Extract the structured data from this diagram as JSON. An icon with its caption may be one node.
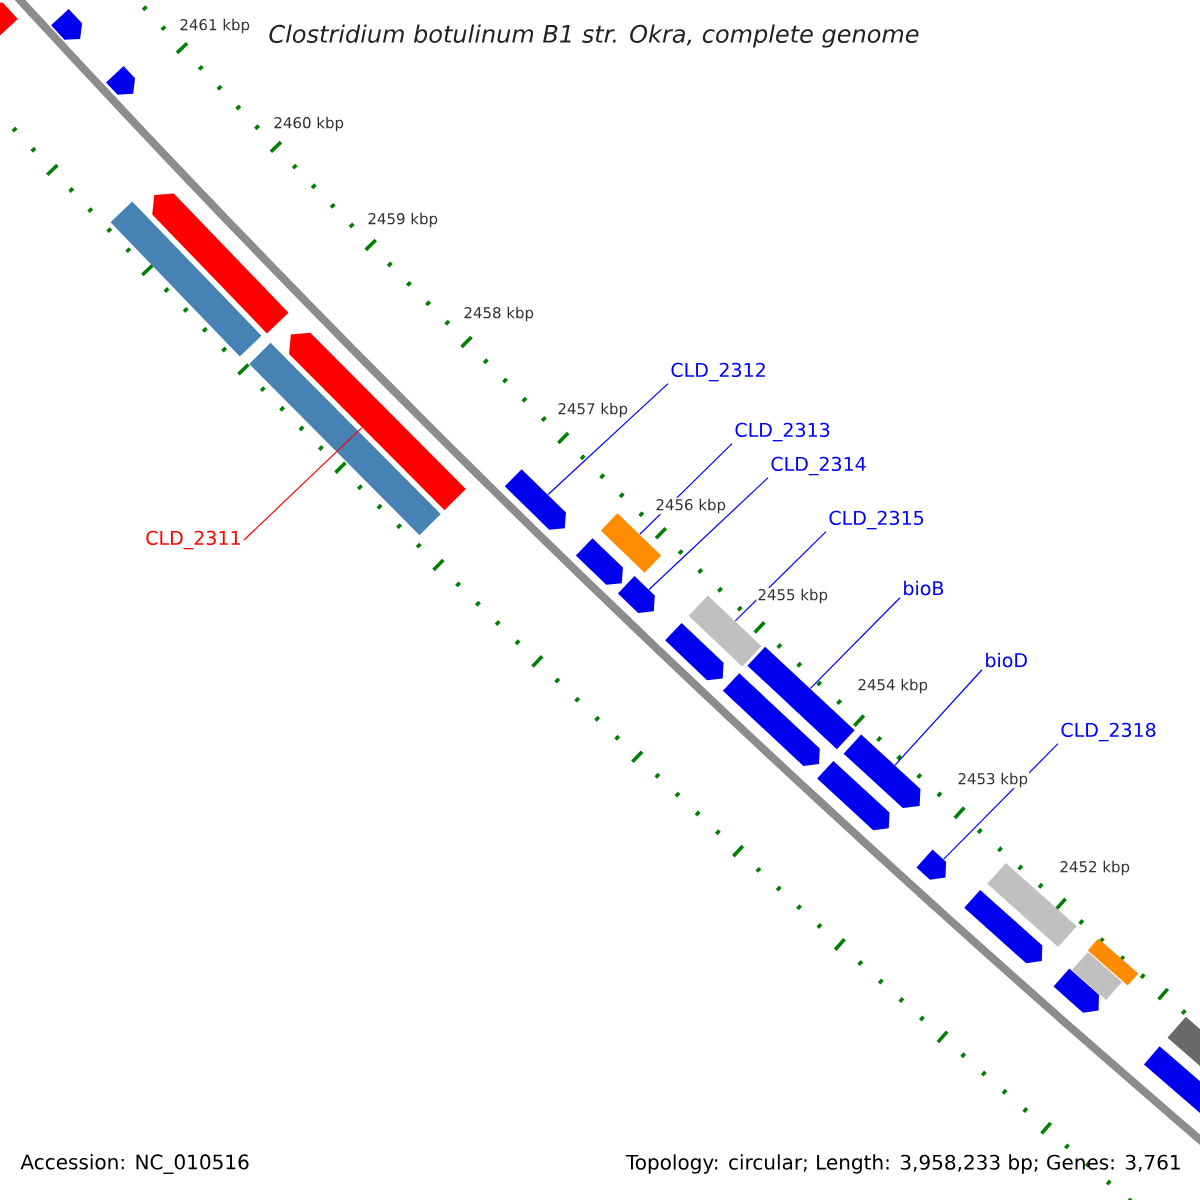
{
  "diagram": {
    "title": "Clostridium botulinum B1 str. Okra, complete genome",
    "nodes": [
      {
        "text": [
          "CLD_2311"
        ]
      },
      {
        "text": [
          "CLD_2312"
        ]
      },
      {
        "text": [
          "CLD_2313"
        ]
      },
      {
        "text": [
          "CLD_2314"
        ]
      },
      {
        "text": [
          "CLD_2315"
        ]
      },
      {
        "text": [
          "bioB"
        ]
      },
      {
        "text": [
          "bioD"
        ]
      },
      {
        "text": [
          "CLD_2318"
        ]
      },
      {
        "text": [],
        "shape": "arrow"
      },
      {
        "text": [],
        "shape": "arrow"
      },
      {
        "text": [],
        "shape": "arrow"
      },
      {
        "text": [],
        "shape": "arrow"
      },
      {
        "text": [],
        "shape": "box"
      },
      {
        "text": [],
        "shape": "arrow"
      },
      {
        "text": [],
        "shape": "box"
      },
      {
        "text": [],
        "shape": "arrow"
      },
      {
        "text": [],
        "shape": "box"
      },
      {
        "text": [],
        "shape": "arrow"
      },
      {
        "text": [],
        "shape": "arrow"
      },
      {
        "text": [],
        "shape": "box"
      },
      {
        "text": [],
        "shape": "arrow"
      },
      {
        "text": [],
        "shape": "box"
      },
      {
        "text": [],
        "shape": "arrow"
      },
      {
        "text": [],
        "shape": "arrow"
      },
      {
        "text": [],
        "shape": "arrow"
      },
      {
        "text": [],
        "shape": "arrow"
      },
      {
        "text": [],
        "shape": "box"
      },
      {
        "text": [],
        "shape": "arrow"
      },
      {
        "text": [],
        "shape": "box"
      },
      {
        "text": [],
        "shape": "box"
      },
      {
        "text": [],
        "shape": "arrow"
      },
      {
        "text": [],
        "shape": "box"
      },
      {
        "text": [],
        "shape": "arrow"
      }
    ],
    "edges": [
      {
        "from": 0,
        "to": 13,
        "arrow": "none",
        "color": "#ff0000"
      },
      {
        "from": 1,
        "to": 15,
        "arrow": "none"
      },
      {
        "from": 2,
        "to": 16,
        "arrow": "none"
      },
      {
        "from": 3,
        "to": 18,
        "arrow": "none"
      },
      {
        "from": 4,
        "to": 19,
        "arrow": "none"
      },
      {
        "from": 5,
        "to": 21,
        "arrow": "none"
      },
      {
        "from": 6,
        "to": 23,
        "arrow": "none"
      },
      {
        "from": 7,
        "to": 25,
        "arrow": "none"
      }
    ],
    "labels": [
      "2461 kbp",
      "2460 kbp",
      "2459 kbp",
      "2458 kbp",
      "2457 kbp",
      "2456 kbp",
      "2455 kbp",
      "2454 kbp",
      "2453 kbp",
      "2452 kbp",
      "Accession: NC_010516",
      "Topology: circular; Length: 3,958,233 bp; Genes: 3,761"
    ]
  }
}
